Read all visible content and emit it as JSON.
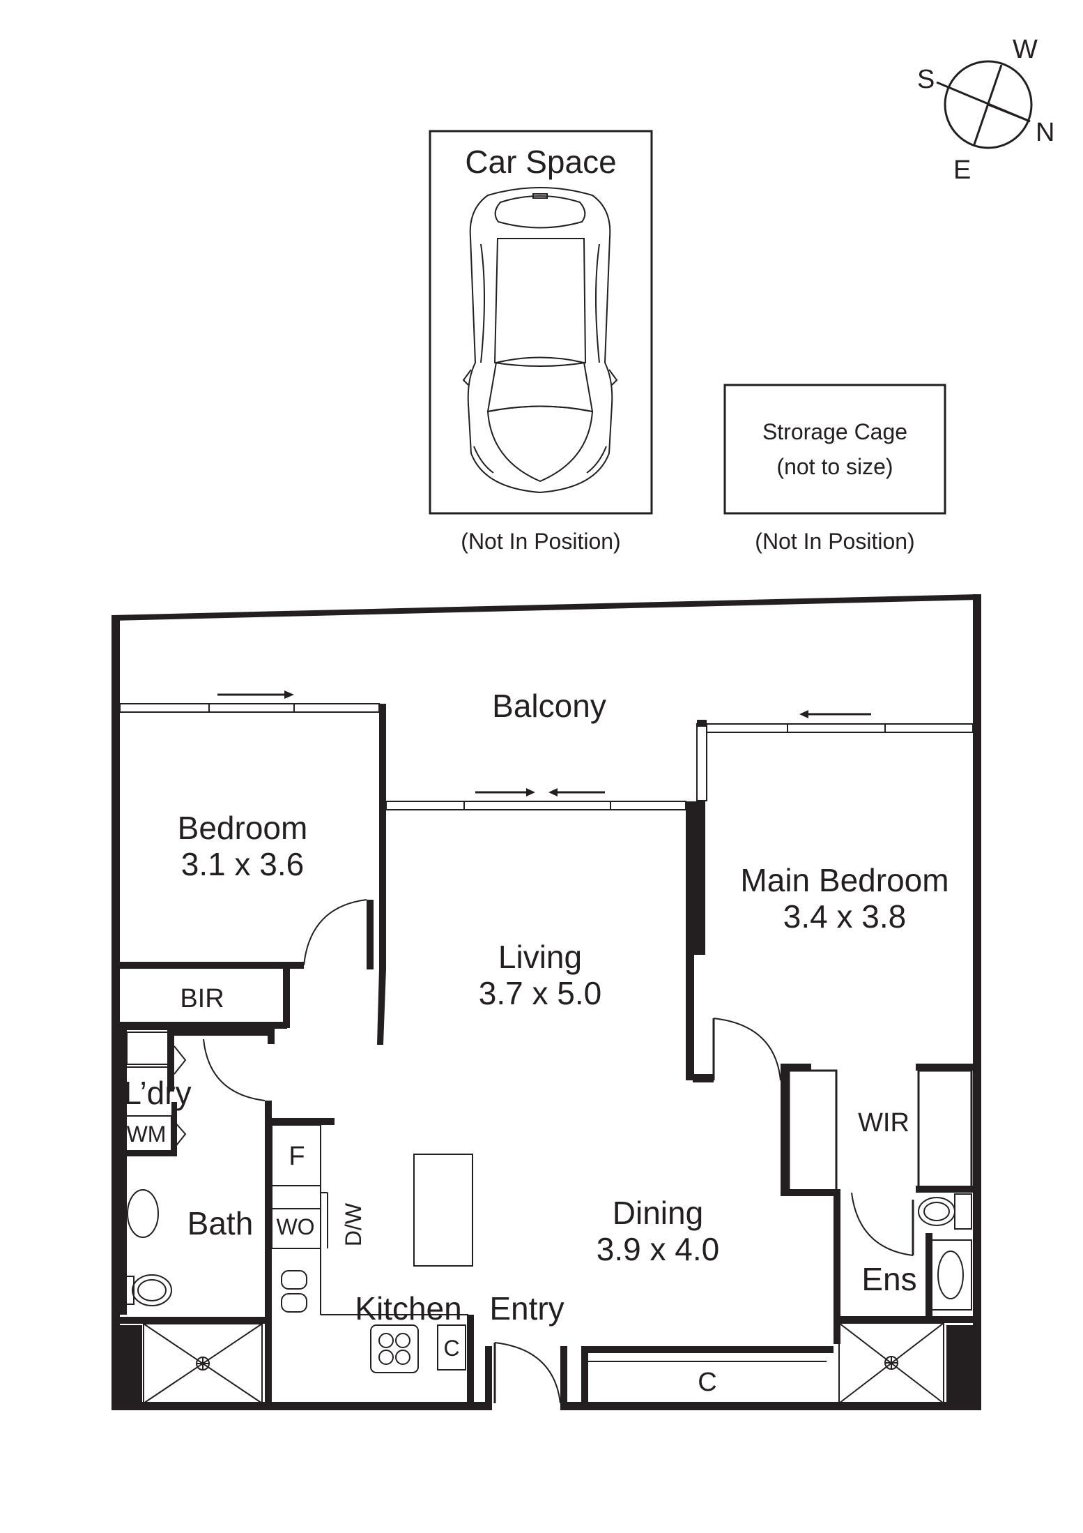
{
  "compass": {
    "north": "N",
    "south": "S",
    "east": "E",
    "west": "W"
  },
  "car_space": {
    "title": "Car Space",
    "note": "(Not In Position)"
  },
  "storage_cage": {
    "line1": "Strorage Cage",
    "line2": "(not to size)",
    "note": "(Not In Position)"
  },
  "rooms": {
    "balcony": "Balcony",
    "bedroom": {
      "name": "Bedroom",
      "size": "3.1 x 3.6"
    },
    "living": {
      "name": "Living",
      "size": "3.7 x 5.0"
    },
    "main_bedroom": {
      "name": "Main Bedroom",
      "size": "3.4 x 3.8"
    },
    "dining": {
      "name": "Dining",
      "size": "3.9 x 4.0"
    },
    "bir": "BIR",
    "laundry": "L’dry",
    "wm": "WM",
    "bath": "Bath",
    "wir": "WIR",
    "ens": "Ens",
    "kitchen": "Kitchen",
    "entry": "Entry",
    "fridge": "F",
    "wall_oven": "WO",
    "dishwasher": "D/W",
    "cupboard_kitchen": "C",
    "cupboard_dining": "C"
  },
  "colors": {
    "ink": "#231f20",
    "paper": "#ffffff"
  }
}
